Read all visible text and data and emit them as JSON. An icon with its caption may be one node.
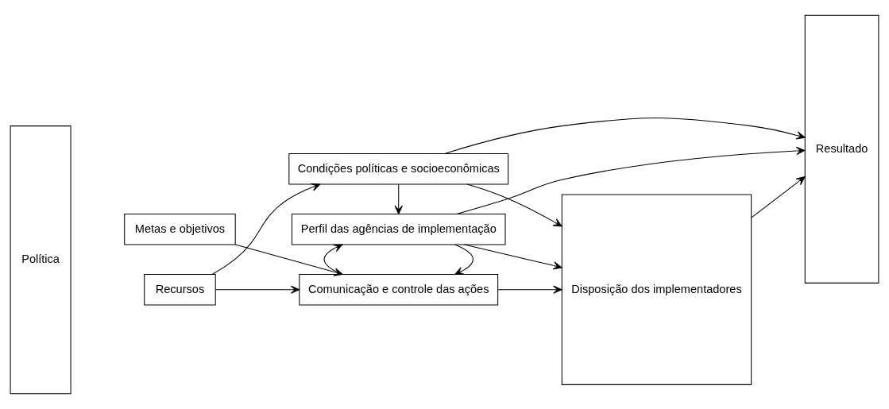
{
  "diagram": {
    "nodes": [
      {
        "text": [
          "Política"
        ]
      },
      {
        "text": [
          "Metas e objetivos"
        ]
      },
      {
        "text": [
          "Recursos"
        ]
      },
      {
        "text": [
          "Comunicação e controle das ações"
        ]
      },
      {
        "text": [
          "Perfil das agências de implementação"
        ]
      },
      {
        "text": [
          "Condições políticas e socioeconômicas"
        ]
      },
      {
        "text": [
          "Disposição dos implementadores"
        ]
      },
      {
        "text": [
          "Resultado"
        ]
      }
    ],
    "edges": [
      {
        "from": 1,
        "to": 3,
        "arrow": "to"
      },
      {
        "from": 2,
        "to": 3,
        "arrow": "to"
      },
      {
        "from": 2,
        "to": 5,
        "arrow": "to"
      },
      {
        "from": 4,
        "to": 3,
        "arrow": "to"
      },
      {
        "from": 3,
        "to": 4,
        "arrow": "to"
      },
      {
        "from": 5,
        "to": 4,
        "arrow": "to"
      },
      {
        "from": 3,
        "to": 6,
        "arrow": "to"
      },
      {
        "from": 4,
        "to": 7,
        "arrow": "to"
      },
      {
        "from": 4,
        "to": 6,
        "arrow": "to"
      },
      {
        "from": 5,
        "to": 6,
        "arrow": "to"
      },
      {
        "from": 5,
        "to": 7,
        "arrow": "to"
      },
      {
        "from": 6,
        "to": 7,
        "arrow": "to"
      }
    ]
  }
}
